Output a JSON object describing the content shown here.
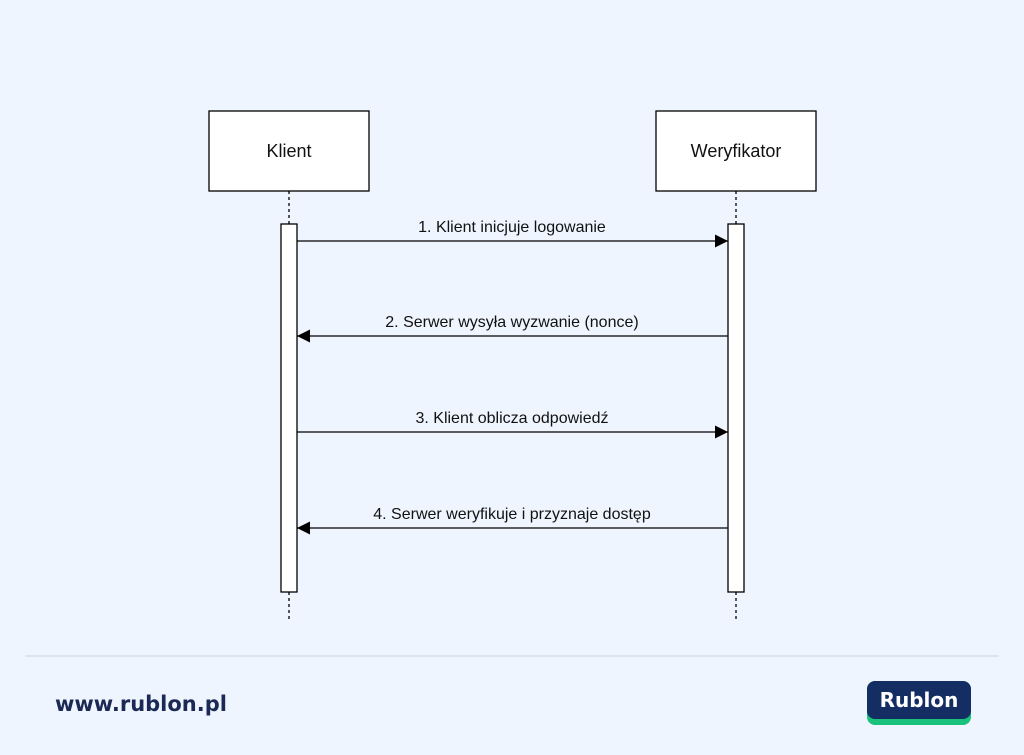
{
  "colors": {
    "background": "#eff5fe",
    "stroke": "#000000",
    "box_fill": "#ffffff",
    "divider": "#d8dee8",
    "url_text": "#1b2a55",
    "logo_bg": "#142e63",
    "logo_accent": "#19c27b"
  },
  "participants": [
    {
      "label": "Klient"
    },
    {
      "label": "Weryfikator"
    }
  ],
  "messages": [
    {
      "label": "1. Klient inicjuje logowanie",
      "from": 0,
      "to": 1
    },
    {
      "label": "2. Serwer wysyła wyzwanie (nonce)",
      "from": 1,
      "to": 0
    },
    {
      "label": "3. Klient oblicza odpowiedź",
      "from": 0,
      "to": 1
    },
    {
      "label": "4. Serwer weryfikuje i przyznaje dostęp",
      "from": 1,
      "to": 0
    }
  ],
  "footer": {
    "url": "www.rublon.pl",
    "logo": "Rublon"
  }
}
